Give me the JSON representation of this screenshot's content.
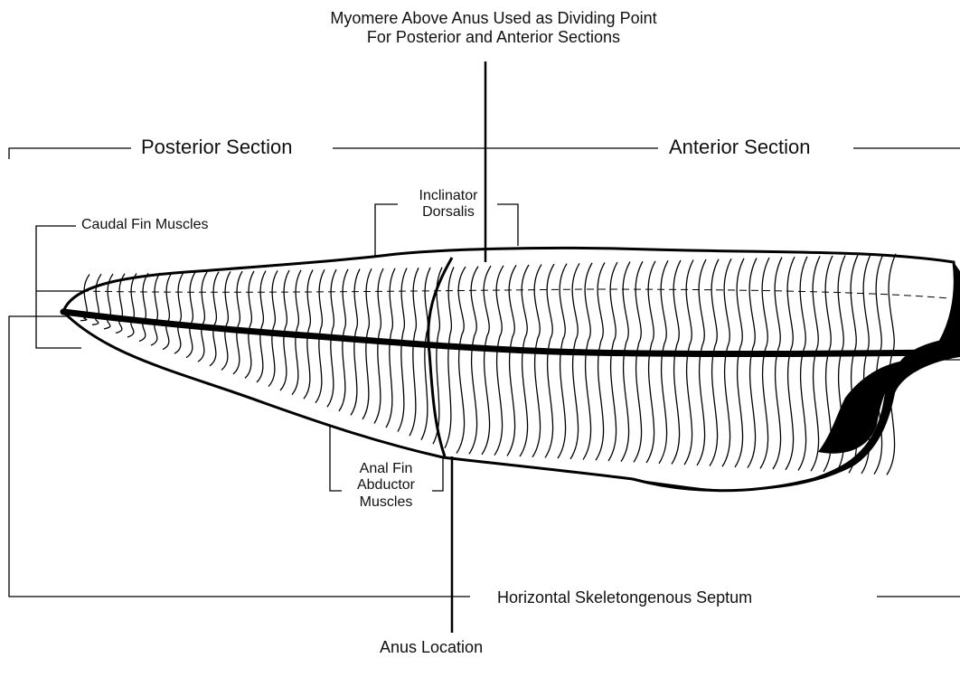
{
  "labels": {
    "myomere_line1": "Myomere Above Anus Used as Dividing Point",
    "myomere_line2": "For Posterior and Anterior Sections",
    "posterior_section": "Posterior Section",
    "anterior_section": "Anterior Section",
    "inclinator_line1": "Inclinator",
    "inclinator_line2": "Dorsalis",
    "caudal_fin_muscles": "Caudal Fin Muscles",
    "anal_fin_line1": "Anal Fin",
    "anal_fin_line2": "Abductor",
    "anal_fin_line3": "Muscles",
    "horizontal_septum": "Horizontal Skeletongenous Septum",
    "anus_location": "Anus Location"
  }
}
